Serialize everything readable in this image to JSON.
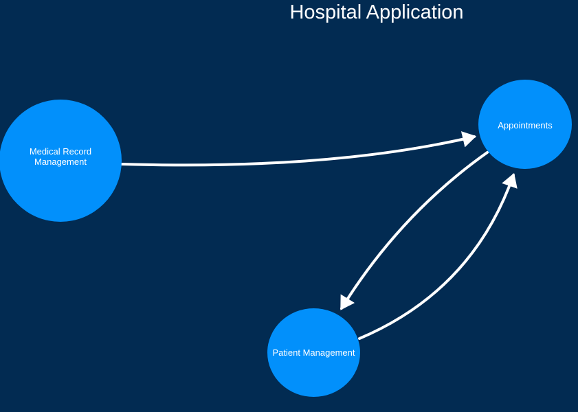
{
  "diagram": {
    "title": "Hospital Application",
    "colors": {
      "background": "#022b52",
      "node_fill": "#0290fb",
      "edge": "#ffffff",
      "text": "#ffffff"
    },
    "nodes": [
      {
        "id": "medical-record-management",
        "label": "Medical Record\nManagement"
      },
      {
        "id": "appointments",
        "label": "Appointments"
      },
      {
        "id": "patient-management",
        "label": "Patient Management"
      }
    ],
    "edges": [
      {
        "from": "medical-record-management",
        "to": "appointments"
      },
      {
        "from": "appointments",
        "to": "patient-management"
      },
      {
        "from": "patient-management",
        "to": "appointments"
      }
    ]
  }
}
